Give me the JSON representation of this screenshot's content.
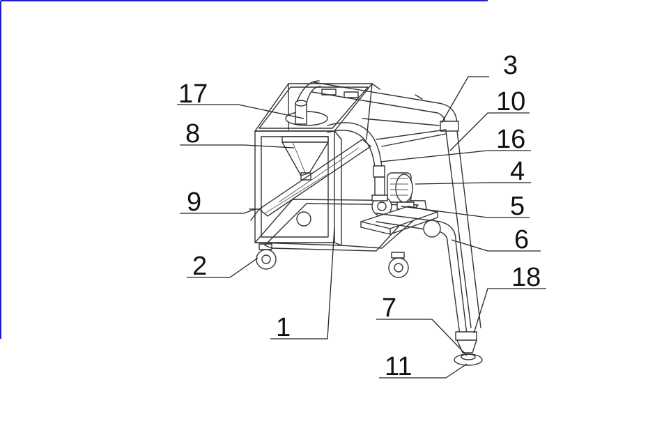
{
  "colors": {
    "frame_border": "#1f1fd0",
    "ink": "#333333",
    "background": "#ffffff"
  },
  "labels": {
    "l1": "1",
    "l2": "2",
    "l3": "3",
    "l4": "4",
    "l5": "5",
    "l6": "6",
    "l7": "7",
    "l8": "8",
    "l9": "9",
    "l10": "10",
    "l11": "11",
    "l16": "16",
    "l17": "17",
    "l18": "18"
  }
}
